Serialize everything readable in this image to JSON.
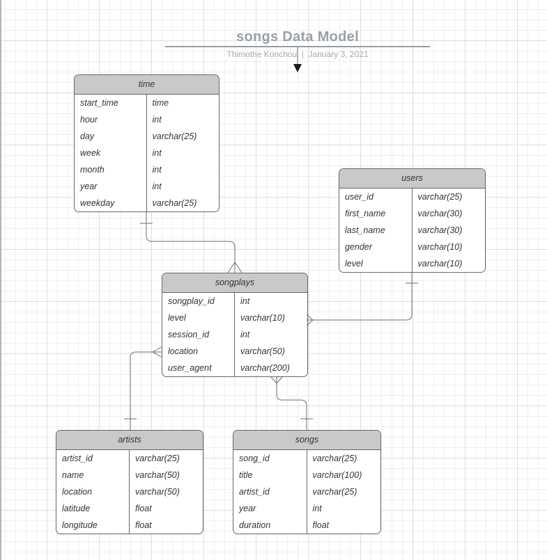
{
  "header": {
    "title": "songs Data Model",
    "subtitle": "Thimothe Konchou  |  January 3, 2021"
  },
  "tables": [
    {
      "name": "time",
      "fields": [
        {
          "name": "start_time",
          "type": "time"
        },
        {
          "name": "hour",
          "type": "int"
        },
        {
          "name": "day",
          "type": "varchar(25)"
        },
        {
          "name": "week",
          "type": "int"
        },
        {
          "name": "month",
          "type": "int"
        },
        {
          "name": "year",
          "type": "int"
        },
        {
          "name": "weekday",
          "type": "varchar(25)"
        }
      ]
    },
    {
      "name": "users",
      "fields": [
        {
          "name": "user_id",
          "type": "varchar(25)"
        },
        {
          "name": "first_name",
          "type": "varchar(30)"
        },
        {
          "name": "last_name",
          "type": "varchar(30)"
        },
        {
          "name": "gender",
          "type": "varchar(10)"
        },
        {
          "name": "level",
          "type": "varchar(10)"
        }
      ]
    },
    {
      "name": "songplays",
      "fields": [
        {
          "name": "songplay_id",
          "type": "int"
        },
        {
          "name": "level",
          "type": "varchar(10)"
        },
        {
          "name": "session_id",
          "type": "int"
        },
        {
          "name": "location",
          "type": "varchar(50)"
        },
        {
          "name": "user_agent",
          "type": "varchar(200)"
        }
      ]
    },
    {
      "name": "artists",
      "fields": [
        {
          "name": "artist_id",
          "type": "varchar(25)"
        },
        {
          "name": "name",
          "type": "varchar(50)"
        },
        {
          "name": "location",
          "type": "varchar(50)"
        },
        {
          "name": "latitude",
          "type": "float"
        },
        {
          "name": "longitude",
          "type": "float"
        }
      ]
    },
    {
      "name": "songs",
      "fields": [
        {
          "name": "song_id",
          "type": "varchar(25)"
        },
        {
          "name": "title",
          "type": "varchar(100)"
        },
        {
          "name": "artist_id",
          "type": "varchar(25)"
        },
        {
          "name": "year",
          "type": "int"
        },
        {
          "name": "duration",
          "type": "float"
        }
      ]
    }
  ],
  "relationships": [
    {
      "one_side": "time",
      "many_side": "songplays"
    },
    {
      "one_side": "users",
      "many_side": "songplays"
    },
    {
      "one_side": "artists",
      "many_side": "songplays"
    },
    {
      "one_side": "songs",
      "many_side": "songplays"
    }
  ],
  "colors": {
    "table_header_fill": "#c9c9c9",
    "table_border": "#666666",
    "table_text": "#333333",
    "title_text": "#9aa0a6",
    "connector": "#6e6e6e",
    "arrowhead": "#1a1a1a",
    "grid_minor": "#efefef",
    "grid_major": "#dedede"
  }
}
